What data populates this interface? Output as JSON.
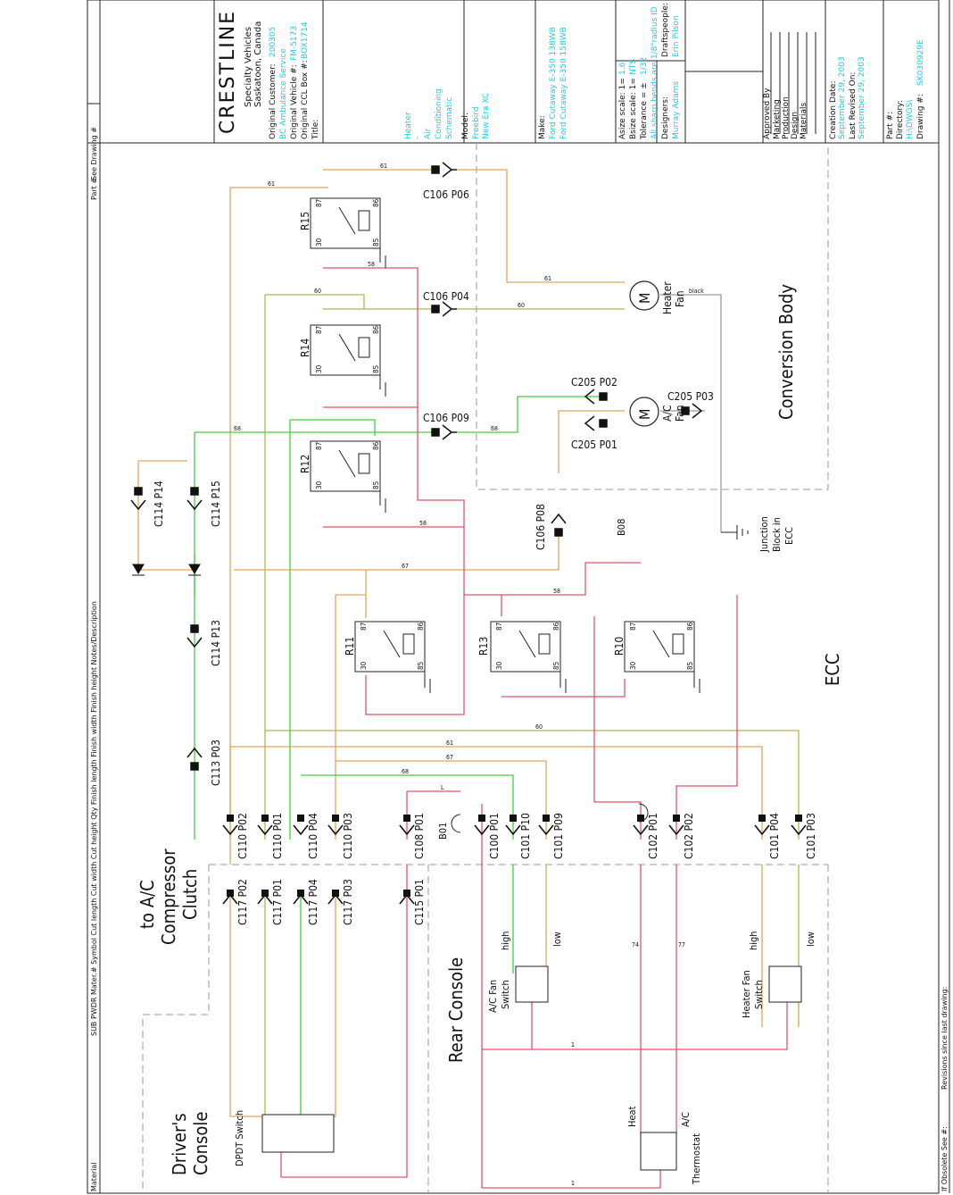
{
  "colors": {
    "w58": "#e8506a",
    "w60": "#b3b54c",
    "w61": "#e8a35a",
    "w67": "#e8a35a",
    "w68": "#3fd13f",
    "w1": "#e8506a",
    "w74": "#e8506a",
    "w77": "#e8506a",
    "black": "#9a9a9a",
    "frame": "#222222",
    "dash": "#999999",
    "cyan": "#22c8e6"
  },
  "title_block": {
    "company": "CRESTLINE",
    "company_sub1": "Specialty Vehicles",
    "company_sub2": "Saskatoon, Canada",
    "orig_customer_label": "Original Customer:",
    "orig_customer_value": "200305",
    "orig_customer_value2": "BC Ambulance Service",
    "orig_vehicle_label": "Original Vehicle #:",
    "orig_vehicle_value": "FM-5173",
    "orig_ccl_label": "Original CCL Box #:",
    "orig_ccl_value": "BOX1714",
    "title_label": "Title:",
    "title_line1": "Heater",
    "title_line2": "-",
    "title_line3": "Air",
    "title_line4": "Conditioning",
    "title_line5": "Schematic",
    "model_label": "Model:",
    "model_line1": "Freebird",
    "model_line2": "New Era XC",
    "make_label": "Make:",
    "make_line1": "Ford Cutaway E-350 138WB",
    "make_line2": "Ford Cutaway E-350 158WB",
    "asize_label": "Asize scale: 1=",
    "asize_value": "1.6",
    "bsize_label": "Bsize scale: 1=",
    "bsize_value": "NTS",
    "tol_label": "Tolerance = ±",
    "tol_value": "1/32",
    "bends_note": "All sharp bends are 1/8\"radius ID",
    "designers_label": "Designers:",
    "designers_value": "Murray Adams",
    "drafts_label": "Draftspeople:",
    "drafts_value": "Erin Pilson",
    "approved_label": "Approved By",
    "approved_1": "Marketing",
    "approved_2": "Production",
    "approved_3": "Design",
    "approved_4": "Materials",
    "creation_label": "Creation Date:",
    "creation_value": "September 29, 2003",
    "revised_label": "Last Revised On:",
    "revised_value": "September 29, 2003",
    "part_label": "Part #:",
    "directory_label": "Directory:",
    "directory_value": "H:\\DWGS\\",
    "drawing_label": "Drawing #:",
    "drawing_value": "SK030929E"
  },
  "table_header": "SUB PWDR Mater.# Symbol Cut length Cut width Cut height Qty Finish length Finish width Finish height Notes/Description",
  "material_label": "Material",
  "part_header": "Part #",
  "see_drawing": "See Drawing #",
  "footer_obsolete": "If Obsolete See #:",
  "footer_revisions": "Revisions since last drawing:",
  "areas": {
    "conversion_body": "Conversion Body",
    "ecc": "ECC",
    "rear_console": "Rear Console",
    "drivers_console_1": "Driver's",
    "drivers_console_2": "Console",
    "compressor_1": "to A/C",
    "compressor_2": "Compressor",
    "compressor_3": "Clutch"
  },
  "relays": {
    "r15": "R15",
    "r14": "R14",
    "r12": "R12",
    "r11": "R11",
    "r13": "R13",
    "r10": "R10",
    "p87": "87",
    "p86": "86",
    "p85": "85",
    "p30": "30"
  },
  "connectors": {
    "c106p06": "C106 P06",
    "c106p04": "C106 P04",
    "c106p09": "C106 P09",
    "c106p08": "C106 P08",
    "c205p02": "C205 P02",
    "c205p01": "C205 P01",
    "c205p03": "C205 P03",
    "c114p14": "C114 P14",
    "c114p15": "C114 P15",
    "c114p13": "C114 P13",
    "c113p03": "C113 P03",
    "c110p02": "C110 P02",
    "c110p01": "C110 P01",
    "c110p04": "C110 P04",
    "c110p03": "C110 P03",
    "c108p01": "C108 P01",
    "c100p01": "C100 P01",
    "c101p10": "C101 P10",
    "c101p09": "C101 P09",
    "c102p01": "C102 P01",
    "c102p02": "C102 P02",
    "c101p04": "C101 P04",
    "c101p03": "C101 P03",
    "c117p02": "C117 P02",
    "c117p01": "C117 P01",
    "c117p04": "C117 P04",
    "c117p03": "C117 P03",
    "c115p01": "C115 P01"
  },
  "components": {
    "heater_fan_1": "Heater",
    "heater_fan_2": "Fan",
    "ac_fan_1": "A/C",
    "ac_fan_2": "Fan",
    "motor": "M",
    "junction_1": "Junction",
    "junction_2": "Block in",
    "junction_3": "ECC",
    "b08": "B08",
    "b01": "B01",
    "ac_fan_switch_1": "A/C Fan",
    "ac_fan_switch_2": "Switch",
    "heater_fan_switch_1": "Heater Fan",
    "heater_fan_switch_2": "Switch",
    "high": "high",
    "low": "low",
    "dpdt": "DPDT Switch",
    "thermostat": "Thermostat",
    "heat": "Heat",
    "ac": "A/C"
  },
  "wires": {
    "n58": "58",
    "n60": "60",
    "n61": "61",
    "n67": "67",
    "n68": "68",
    "n1": "1",
    "n74": "74",
    "n77": "77",
    "nL": "L",
    "black": "black"
  }
}
